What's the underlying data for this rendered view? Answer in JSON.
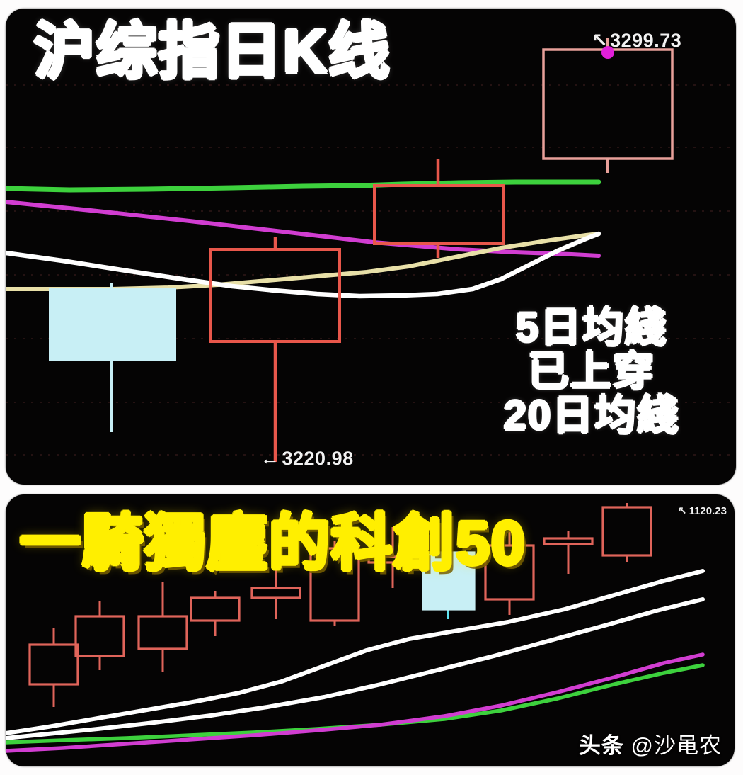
{
  "meta": {
    "background": "#fdfcfc",
    "panel_background": "#050404"
  },
  "panel_top": {
    "title": "沪综指日K线",
    "title_color": "#ffffff",
    "high_price_label": "3299.73",
    "high_price_arrow": "↖",
    "low_price_label": "3220.98",
    "low_price_arrow": "←",
    "callout_lines": [
      "5日均綫",
      "已上穿",
      "20日均綫"
    ],
    "callout_color": "#ffffff"
  },
  "panel_bottom": {
    "title": "一騎獨塵的科創50",
    "title_color": "#ffef00",
    "price_label": "1120.23",
    "price_arrow": "↖"
  },
  "watermark": {
    "source": "头条",
    "handle": "@沙黾农"
  },
  "palette": {
    "ma5_white": "#ffffff",
    "ma10_yellow": "#e8e0a8",
    "ma20_green": "#3dd13d",
    "ma60_magenta": "#d13dd1",
    "up_candle_outline": "#e06a62",
    "up_candle_outline_bright": "#f05a4e",
    "down_candle_fill": "#c8eff5",
    "down_candle_outline": "#c8eff5",
    "marker_dot": "#e01fd8",
    "grid_dotted": "#2a1515"
  },
  "chart_data": [
    {
      "type": "line",
      "id": "shanghai-composite-daily-k",
      "title": "沪综指日K线",
      "subtitle": "Shanghai Composite Index, daily candlesticks",
      "xlabel": "",
      "ylabel": "",
      "grid": "dotted-horizontal",
      "legend": "none",
      "ylim": [
        3180,
        3320
      ],
      "annotations": [
        {
          "text": "3299.73",
          "arrow": "↖",
          "target": "latest candle high",
          "color": "#f2f2f2"
        },
        {
          "text": "3220.98",
          "arrow": "←",
          "target": "long lower wick low",
          "color": "#f2f2f2"
        },
        {
          "text": "5日均綫 已上穿 20日均綫",
          "color": "#ffffff"
        }
      ],
      "candles": [
        {
          "x": 150,
          "open": 3262,
          "high": 3263,
          "low": 3212,
          "close": 3236,
          "direction": "down",
          "fill": "#c8eff5"
        },
        {
          "x": 381,
          "open": 3270,
          "high": 3282,
          "low": 3220.98,
          "close": 3240,
          "direction": "up",
          "fill": "none"
        },
        {
          "x": 611,
          "open": 3272,
          "high": 3294,
          "low": 3262,
          "close": 3284,
          "direction": "up",
          "fill": "none"
        },
        {
          "x": 851,
          "open": 3290,
          "high": 3299.73,
          "low": 3288,
          "close": 3298,
          "direction": "up",
          "fill": "none"
        }
      ],
      "series": [
        {
          "name": "MA5",
          "color": "#ffffff",
          "shape": "dips then rises sharply"
        },
        {
          "name": "MA10",
          "color": "#e8e0a8",
          "shape": "flat then rises"
        },
        {
          "name": "MA20",
          "color": "#3dd13d",
          "shape": "gently rising flat"
        },
        {
          "name": "MA60",
          "color": "#d13dd1",
          "shape": "slowly declining"
        }
      ]
    },
    {
      "type": "line",
      "id": "star-market-50",
      "title": "一騎獨塵的科創50",
      "subtitle": "STAR Market 50 Index, daily candlesticks",
      "xlabel": "",
      "ylabel": "",
      "grid": "none",
      "legend": "none",
      "ylim": [
        930,
        1140
      ],
      "annotations": [
        {
          "text": "1120.23",
          "arrow": "↖",
          "target": "latest candle high",
          "color": "#f2f2f2"
        }
      ],
      "candles": [
        {
          "x": 68,
          "direction": "up",
          "fill": "none"
        },
        {
          "x": 133,
          "direction": "up",
          "fill": "none"
        },
        {
          "x": 222,
          "direction": "up",
          "fill": "none"
        },
        {
          "x": 296,
          "direction": "up",
          "fill": "none"
        },
        {
          "x": 382,
          "direction": "up",
          "fill": "none"
        },
        {
          "x": 465,
          "direction": "up",
          "fill": "none"
        },
        {
          "x": 547,
          "direction": "up",
          "fill": "none"
        },
        {
          "x": 625,
          "direction": "down",
          "fill": "#c8eff5"
        },
        {
          "x": 712,
          "direction": "up",
          "fill": "none"
        },
        {
          "x": 795,
          "direction": "up",
          "fill": "none"
        },
        {
          "x": 878,
          "direction": "up",
          "fill": "none"
        }
      ],
      "series": [
        {
          "name": "MA5",
          "color": "#ffffff",
          "shape": "steadily rising, steepest"
        },
        {
          "name": "MA10",
          "color": "#ffffff",
          "shape": "steadily rising below MA5"
        },
        {
          "name": "MA20",
          "color": "#d13dd1",
          "shape": "rising curve"
        },
        {
          "name": "MA60",
          "color": "#3dd13d",
          "shape": "rising curve, lowest"
        }
      ]
    }
  ]
}
